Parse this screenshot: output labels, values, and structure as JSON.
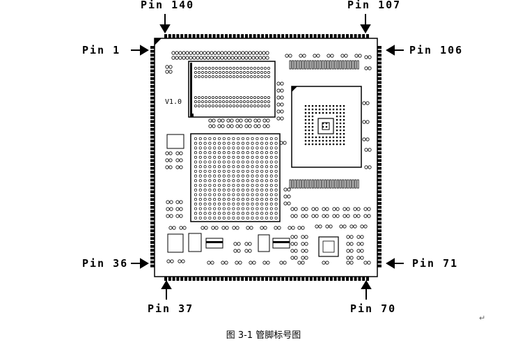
{
  "labels": {
    "pin140": "Pin 140",
    "pin107": "Pin 107",
    "pin1": "Pin 1",
    "pin106": "Pin 106",
    "pin36": "Pin 36",
    "pin71": "Pin 71",
    "pin37": "Pin 37",
    "pin70": "Pin 70"
  },
  "board": {
    "version": "V1.0"
  },
  "caption": "图 3-1 管脚标号图",
  "return_mark": "↵"
}
